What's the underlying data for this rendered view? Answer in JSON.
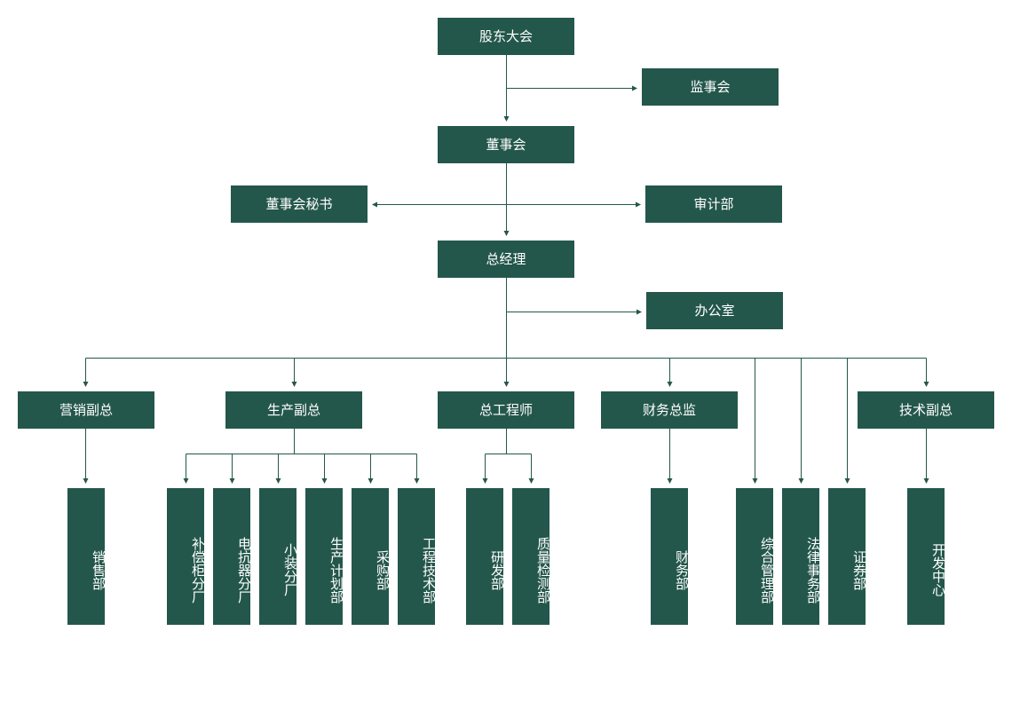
{
  "colors": {
    "box": "#24574b",
    "line": "#24574b",
    "text": "#ffffff",
    "background": "#ffffff"
  },
  "org": {
    "shareholders": "股东大会",
    "supervisory_board": "监事会",
    "board": "董事会",
    "board_secretary": "董事会秘书",
    "audit": "审计部",
    "general_manager": "总经理",
    "office": "办公室",
    "sales_vp": "营销副总",
    "production_vp": "生产副总",
    "chief_engineer": "总工程师",
    "finance_director": "财务总监",
    "tech_vp": "技术副总"
  },
  "departments": {
    "sales": "销售部",
    "compensation_cabinet_branch": "补偿柜分厂",
    "reactor_branch": "电抗器分厂",
    "small_assembly_branch": "小装分厂",
    "production_planning": "生产计划部",
    "purchasing": "采购部",
    "engineering_tech": "工程技术部",
    "rnd": "研发部",
    "quality_inspection": "质量检测部",
    "finance": "财务部",
    "general_admin": "综合管理部",
    "legal_affairs": "法律事务部",
    "securities": "证券部",
    "development_center": "开发中心"
  }
}
